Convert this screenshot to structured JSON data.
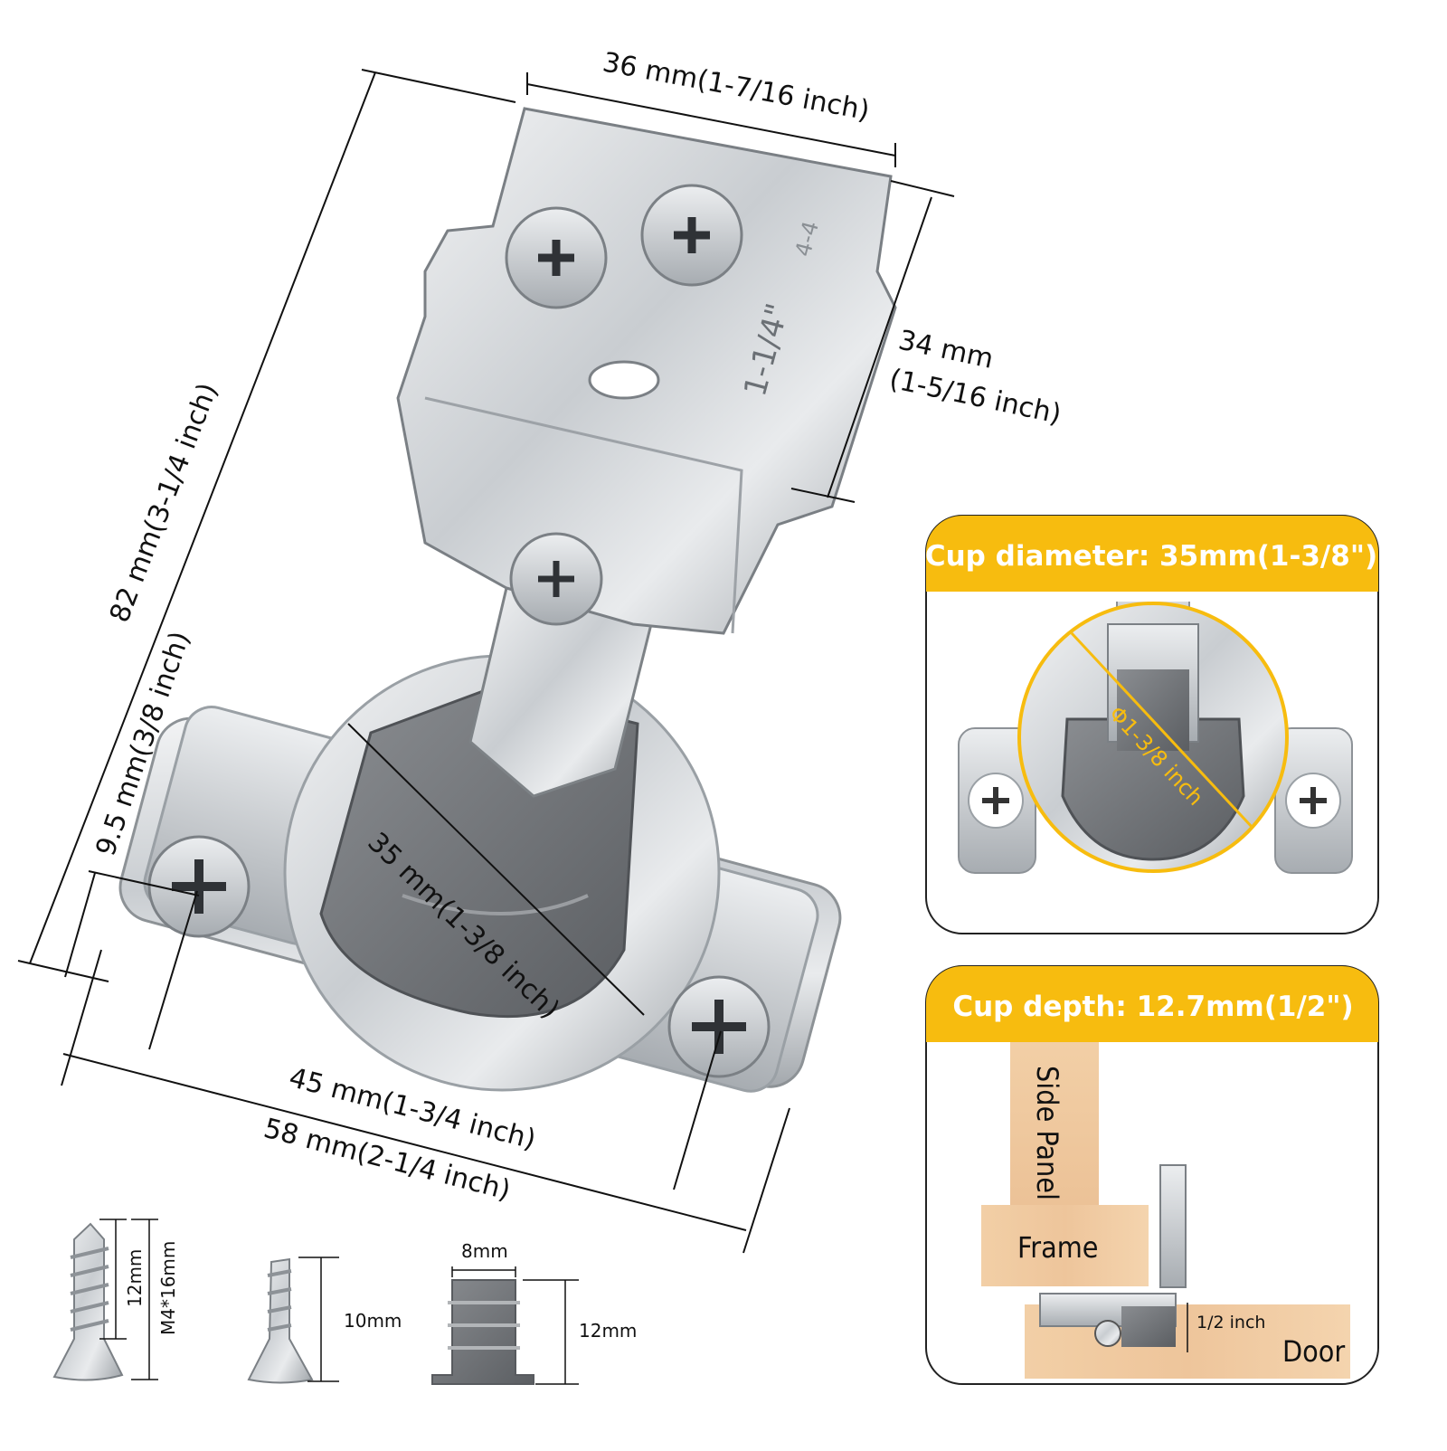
{
  "dimensions": {
    "width_top": "36 mm(1-7/16 inch)",
    "height_box": "34 mm",
    "height_box_inch": "(1-5/16 inch)",
    "overall_length": "82 mm(3-1/4 inch)",
    "offset": "9.5 mm(3/8 inch)",
    "cup_diameter": "35 mm(1-3/8 inch)",
    "hole_spacing": "45 mm(1-3/4 inch)",
    "plate_width": "58 mm(2-1/4 inch)"
  },
  "engraving": {
    "overlay": "1-1/4\"",
    "mark": "4-4"
  },
  "hardware": {
    "screw_long_length": "12mm",
    "screw_long_spec": "M4*16mm",
    "screw_short_length": "10mm",
    "dowel_width": "8mm",
    "dowel_length": "12mm"
  },
  "panel_cup_diameter": {
    "title": "Cup diameter: 35mm(1-3/8\")",
    "label": "Φ1-3/8 inch",
    "accent_color": "#F7BC0F"
  },
  "panel_cup_depth": {
    "title": "Cup depth: 12.7mm(1/2\")",
    "side_panel": "Side Panel",
    "frame": "Frame",
    "door": "Door",
    "depth": "1/2 inch",
    "accent_color": "#F7BC0F"
  }
}
